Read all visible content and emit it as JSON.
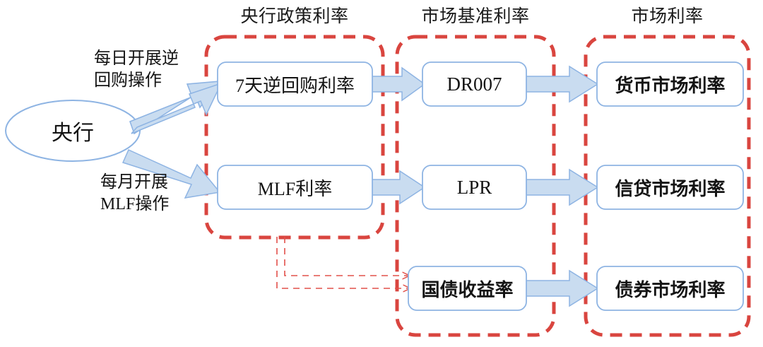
{
  "diagram": {
    "title_hidden": "",
    "source_node": {
      "label": "央行"
    },
    "groups": [
      {
        "id": "policy",
        "title": "央行政策利率"
      },
      {
        "id": "benchmark",
        "title": "市场基准利率"
      },
      {
        "id": "market",
        "title": "市场利率"
      }
    ],
    "edge_labels": [
      {
        "id": "daily",
        "line1": "每日开展逆",
        "line2": "回购操作"
      },
      {
        "id": "monthly",
        "line1": "每月开展",
        "line2": "MLF操作"
      }
    ],
    "nodes": {
      "policy": [
        {
          "label": "7天逆回购利率"
        },
        {
          "label": "MLF利率"
        }
      ],
      "benchmark": [
        {
          "label": "DR007"
        },
        {
          "label": "LPR"
        },
        {
          "label": "国债收益率"
        }
      ],
      "market": [
        {
          "label": "货币市场利率"
        },
        {
          "label": "信贷市场利率"
        },
        {
          "label": "债券市场利率"
        }
      ]
    },
    "flows": [
      {
        "from": "央行",
        "to": "7天逆回购利率",
        "style": "block-arrow-diagonal"
      },
      {
        "from": "央行",
        "to": "MLF利率",
        "style": "block-arrow-diagonal"
      },
      {
        "from": "7天逆回购利率",
        "to": "DR007",
        "style": "block-arrow"
      },
      {
        "from": "MLF利率",
        "to": "LPR",
        "style": "block-arrow"
      },
      {
        "from": "DR007",
        "to": "货币市场利率",
        "style": "block-arrow"
      },
      {
        "from": "LPR",
        "to": "信贷市场利率",
        "style": "block-arrow"
      },
      {
        "from": "国债收益率",
        "to": "债券市场利率",
        "style": "block-arrow"
      },
      {
        "from": "央行政策利率",
        "to": "国债收益率",
        "style": "red-dashed-arrow"
      },
      {
        "from": "央行政策利率",
        "to": "国债收益率",
        "style": "red-dashed-arrow"
      }
    ],
    "colors": {
      "arrow_fill": "#c9dcf0",
      "arrow_stroke": "#8eb4e3",
      "box_stroke": "#8eb4e3",
      "box_fill": "#ffffff",
      "group_dash": "#d9453f",
      "thin_dash": "#e2504a",
      "text": "#141414",
      "background": "#ffffff"
    }
  }
}
